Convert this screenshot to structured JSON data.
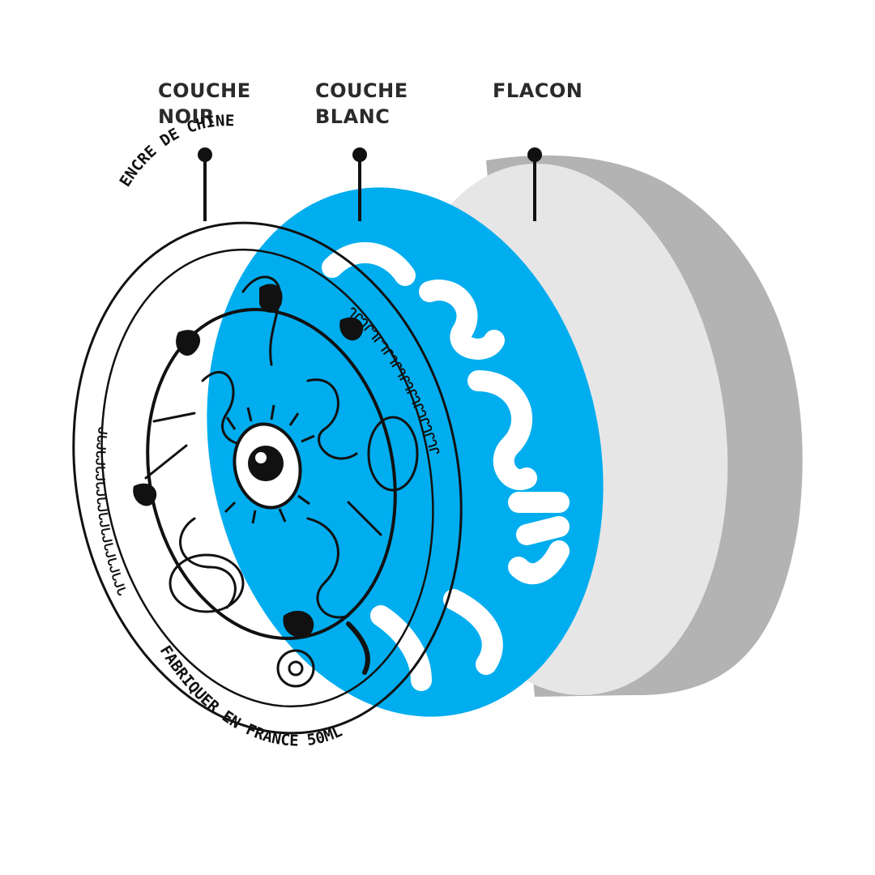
{
  "labels": {
    "noir": [
      "COUCHE",
      "NOIR"
    ],
    "blanc": [
      "COUCHE",
      "BLANC"
    ],
    "flacon": [
      "FLACON"
    ]
  },
  "print_ring": {
    "top_text": "ENCRE DE CHINE",
    "bottom_text": "FABRIQUER EN FRANCE 50ML",
    "pattern_text": "ᒉᒋᒉᒋᒉᒋᒉᒋᒉᒋᒉᒋᒉᒋᒉᒋᒉᒋᒉᒋᒉᒋ"
  },
  "colors": {
    "blanc_layer": "#00adee",
    "flacon_front": "#e6e6e6",
    "flacon_side": "#b3b3b3",
    "noir_line": "#111111",
    "label_text": "#2a2a2a"
  }
}
